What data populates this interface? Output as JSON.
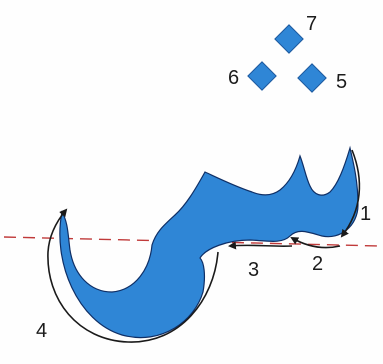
{
  "diagram": {
    "dots": {
      "top": "7",
      "right": "5",
      "left": "6"
    },
    "steps": {
      "one": "1",
      "two": "2",
      "three": "3",
      "four": "4"
    },
    "colors": {
      "letter_fill": "#2f86d6",
      "letter_outline": "#0f2f66",
      "dot_fill": "#2f86d6",
      "baseline": "#c03a3a",
      "arrow": "#1a1a1a"
    }
  }
}
